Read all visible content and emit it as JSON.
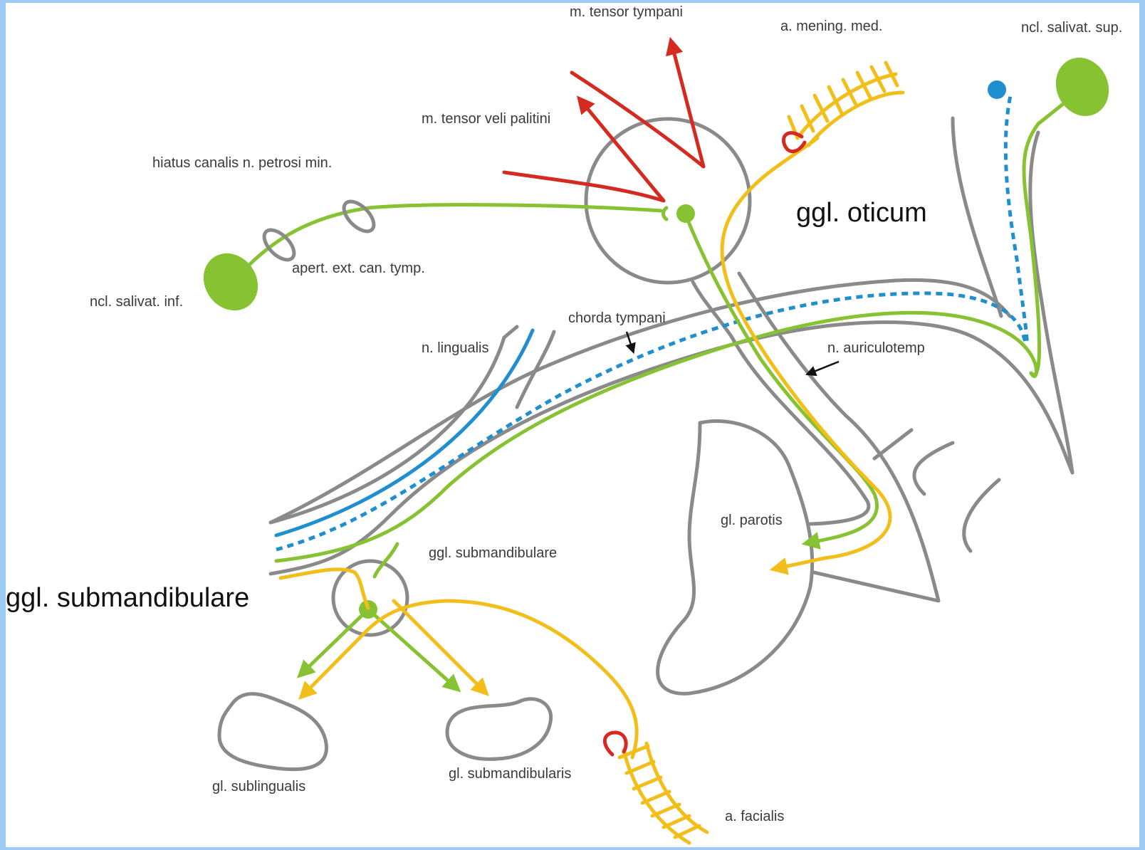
{
  "labels": {
    "tensor_tympani": "m. tensor tympani",
    "mening_med": "a. mening. med.",
    "salivat_sup": "ncl. salivat. sup.",
    "tensor_veli": "m. tensor veli palitini",
    "hiatus": "hiatus canalis n. petrosi min.",
    "ggl_oticum": "ggl. oticum",
    "apert": "apert. ext. can. tymp.",
    "salivat_inf": "ncl. salivat. inf.",
    "chorda": "chorda tympani",
    "lingualis": "n. lingualis",
    "auriculotemp": "n. auriculotemp",
    "parotis": "gl. parotis",
    "ggl_submand_small": "ggl. submandibulare",
    "ggl_submand_big": "ggl.  submandibulare",
    "sublingualis": "gl. sublingualis",
    "submandibularis": "gl. submandibularis",
    "facialis": "a. facialis"
  },
  "colors": {
    "background": "#9ecbf5",
    "nerve_outline": "#8a8a8a",
    "parasympathetic_green": "#86c232",
    "sympathetic_yellow": "#f2be1a",
    "sensory_blue": "#1f8fd0",
    "motor_red": "#d42a1f"
  }
}
